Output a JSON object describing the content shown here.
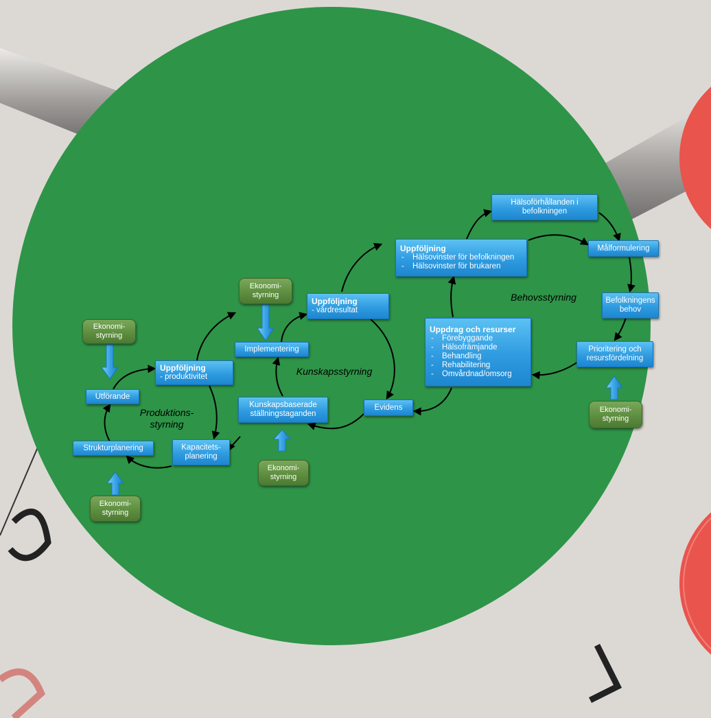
{
  "diagram": {
    "colors": {
      "circle": "#2e9448",
      "box": "#2f9be0",
      "econ_box": "#5c8c3e",
      "arrow": "#000000",
      "accent_circle": "#e9544d"
    },
    "econ_label": "Ekonomi-\nstyrning",
    "cycles": {
      "produktion": "Produktions-\nstyrning",
      "kunskap": "Kunskapsstyrning",
      "behov": "Behovsstyrning"
    },
    "nodes": {
      "utforande": "Utförande",
      "strukturplanering": "Strukturplanering",
      "kapacitetsplanering": "Kapacitets-\nplanering",
      "uppf_produktivitet": {
        "head": "Uppföljning",
        "sub": "- produktivitet"
      },
      "implementering": "Implementering",
      "kunskapsbaserade": "Kunskapsbaserade\nställningstaganden",
      "uppf_vardresultat": {
        "head": "Uppföljning",
        "sub": "- vårdresultat"
      },
      "evidens": "Evidens",
      "uppf_halsovinster": {
        "head": "Uppföljning",
        "items": [
          "Hälsovinster för befolkningen",
          "Hälsovinster för brukaren"
        ]
      },
      "halsoforhallanden": "Hälsoförhållanden i\nbefolkningen",
      "malformulering": "Målformulering",
      "befolkningens_behov": "Befolkningens\nbehov",
      "prioritering": "Prioritering och\nresursfördelning",
      "uppdrag": {
        "head": "Uppdrag och resurser",
        "items": [
          "Förebyggande",
          "Hälsofrämjande",
          "Behandling",
          "Rehabilitering",
          "Omvårdnad/omsorg"
        ]
      }
    }
  }
}
